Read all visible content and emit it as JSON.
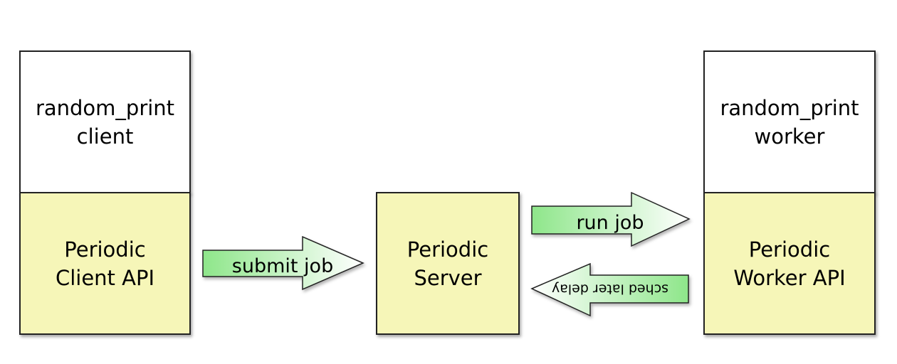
{
  "colors": {
    "box_fill": "#f6f6b8",
    "box_top_fill": "#ffffff",
    "arrow_start": "#8ee68a",
    "arrow_end": "#ffffff",
    "border": "#222222"
  },
  "client": {
    "top_label": "random_print\nclient",
    "bottom_label": "Periodic\nClient API"
  },
  "server": {
    "label": "Periodic\nServer"
  },
  "worker": {
    "top_label": "random_print\nworker",
    "bottom_label": "Periodic\nWorker API"
  },
  "arrows": {
    "submit_job": "submit job",
    "run_job": "run job",
    "sched_later_delay": "sched later delay"
  }
}
